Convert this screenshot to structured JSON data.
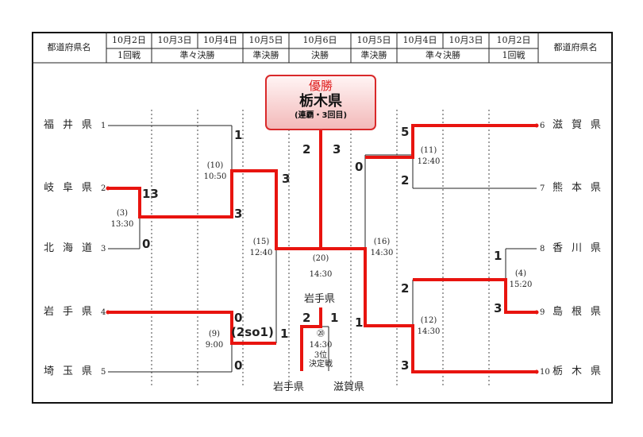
{
  "header": {
    "pref_name_left": "都道府県名",
    "pref_name_right": "都道府県名",
    "left_dates": [
      "10月2日",
      "10月3日",
      "10月4日",
      "10月5日"
    ],
    "center_date": "10月6日",
    "right_dates": [
      "10月5日",
      "10月4日",
      "10月3日",
      "10月2日"
    ],
    "left_rounds": [
      "1回戦",
      "準々決勝",
      "準決勝"
    ],
    "center_round": "決勝",
    "right_rounds": [
      "準決勝",
      "準々決勝",
      "1回戦"
    ]
  },
  "champion": {
    "label": "優勝",
    "team": "栃木県",
    "note": "(連覇・3回目)"
  },
  "left_teams": [
    {
      "name": "福井県",
      "seed": "1"
    },
    {
      "name": "岐阜県",
      "seed": "2"
    },
    {
      "name": "北海道",
      "seed": "3"
    },
    {
      "name": "岩手県",
      "seed": "4"
    },
    {
      "name": "埼玉県",
      "seed": "5"
    }
  ],
  "right_teams": [
    {
      "name": "滋賀県",
      "seed": "6"
    },
    {
      "name": "熊本県",
      "seed": "7"
    },
    {
      "name": "香川県",
      "seed": "8"
    },
    {
      "name": "島根県",
      "seed": "9"
    },
    {
      "name": "栃木県",
      "seed": "10"
    }
  ],
  "games": [
    {
      "no": "(3)",
      "time": "13:30"
    },
    {
      "no": "(9)",
      "time": "9:00"
    },
    {
      "no": "(10)",
      "time": "10:50"
    },
    {
      "no": "(15)",
      "time": "12:40"
    },
    {
      "no": "(20)",
      "time": "14:30"
    },
    {
      "no": "(16)",
      "time": "14:30"
    },
    {
      "no": "(11)",
      "time": "12:40"
    },
    {
      "no": "(12)",
      "time": "14:30"
    },
    {
      "no": "(4)",
      "time": "15:20"
    }
  ],
  "scores": {
    "r1_left_gifu": "13",
    "r1_left_hokkaido": "0",
    "qf_left_fukui": "1",
    "qf_left_gifu": "3",
    "qf_left_iwate": "0",
    "qf_left_iwate_so": "(2so1)",
    "qf_left_saitama": "0",
    "sf_left_gifu": "3",
    "sf_left_iwate": "1",
    "final_left": "2",
    "final_right": "3",
    "sf_right_shiga": "0",
    "sf_right_tochigi": "1",
    "qf_right_shiga": "5",
    "qf_right_kumamoto": "2",
    "qf_right_shimane": "2",
    "qf_right_tochigi": "3",
    "r1_right_kagawa": "1",
    "r1_right_shimane": "3"
  },
  "third_place": {
    "top_team": "岩手県",
    "score_left": "2",
    "score_right": "1",
    "game_mark": "⑳",
    "time": "14:30",
    "label_line1": "3位",
    "label_line2": "決定戦",
    "bottom_left_team": "岩手県",
    "bottom_right_team": "滋賀県"
  },
  "colors": {
    "winner_line": "#e8140f",
    "loser_line": "#222222",
    "champion_border": "#d9292a"
  }
}
